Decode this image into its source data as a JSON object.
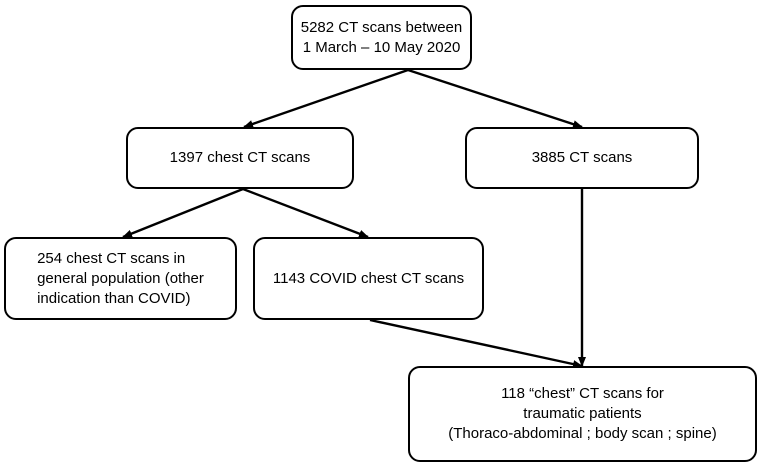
{
  "diagram": {
    "type": "flowchart",
    "nodes": {
      "start": {
        "lines": [
          "5282 CT scans between",
          "1 March – 10 May 2020"
        ]
      },
      "chest": {
        "lines": [
          "1397 chest CT scans"
        ]
      },
      "ct": {
        "lines": [
          "3885 CT scans"
        ]
      },
      "general": {
        "lines": [
          "254 chest CT scans in",
          "general population (other",
          "indication than COVID)"
        ]
      },
      "covid": {
        "lines": [
          "1143 COVID chest CT scans"
        ]
      },
      "trauma": {
        "lines": [
          "118 “chest” CT scans for",
          "traumatic patients",
          "(Thoraco-abdominal ; body scan ; spine)"
        ]
      }
    },
    "edges": [
      {
        "from": "start",
        "to": "chest"
      },
      {
        "from": "start",
        "to": "ct"
      },
      {
        "from": "chest",
        "to": "general"
      },
      {
        "from": "chest",
        "to": "covid"
      },
      {
        "from": "covid",
        "to": "trauma"
      },
      {
        "from": "ct",
        "to": "trauma"
      }
    ],
    "colors": {
      "stroke": "#000000",
      "fill": "#ffffff",
      "text": "#000000"
    }
  }
}
